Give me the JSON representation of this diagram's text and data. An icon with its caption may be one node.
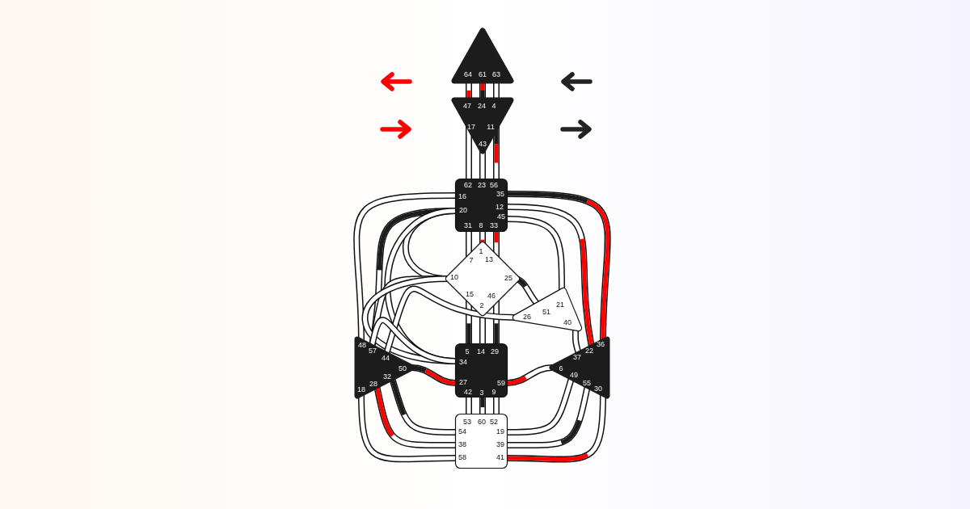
{
  "diagram": {
    "nodes": [
      {
        "text": [
          "64",
          "61",
          "63"
        ]
      },
      {
        "text": [
          "47",
          "24",
          "4",
          "17",
          "11",
          "43"
        ]
      },
      {
        "text": [
          "62",
          "23",
          "56",
          "16",
          "35",
          "20",
          "12",
          "45",
          "31",
          "8",
          "33"
        ]
      },
      {
        "text": [
          "1",
          "7",
          "13",
          "10",
          "25",
          "15",
          "46",
          "2"
        ]
      },
      {
        "text": [
          "21",
          "51",
          "26",
          "40"
        ]
      },
      {
        "text": [
          "48",
          "57",
          "44",
          "50",
          "32",
          "28",
          "18"
        ]
      },
      {
        "text": [
          "5",
          "14",
          "29",
          "34",
          "27",
          "59",
          "42",
          "3",
          "9"
        ]
      },
      {
        "text": [
          "36",
          "22",
          "37",
          "6",
          "49",
          "55",
          "30"
        ]
      },
      {
        "text": [
          "53",
          "60",
          "52",
          "54",
          "19",
          "38",
          "39",
          "58",
          "41"
        ]
      }
    ],
    "edges": [
      {
        "from": 0,
        "to": 1,
        "arrow": "none"
      },
      {
        "from": 0,
        "to": 1,
        "arrow": "none"
      },
      {
        "from": 0,
        "to": 1,
        "arrow": "none"
      },
      {
        "from": 1,
        "to": 2,
        "arrow": "none"
      },
      {
        "from": 1,
        "to": 2,
        "arrow": "none"
      },
      {
        "from": 1,
        "to": 2,
        "arrow": "none"
      },
      {
        "from": 2,
        "to": 5,
        "arrow": "none"
      },
      {
        "from": 2,
        "to": 5,
        "arrow": "none"
      },
      {
        "from": 2,
        "to": 3,
        "arrow": "none"
      },
      {
        "from": 2,
        "to": 6,
        "arrow": "none"
      },
      {
        "from": 2,
        "to": 3,
        "arrow": "none"
      },
      {
        "from": 2,
        "to": 3,
        "arrow": "none"
      },
      {
        "from": 2,
        "to": 3,
        "arrow": "none"
      },
      {
        "from": 2,
        "to": 7,
        "arrow": "none"
      },
      {
        "from": 2,
        "to": 7,
        "arrow": "none"
      },
      {
        "from": 2,
        "to": 4,
        "arrow": "none"
      },
      {
        "from": 3,
        "to": 5,
        "arrow": "none"
      },
      {
        "from": 3,
        "to": 6,
        "arrow": "none"
      },
      {
        "from": 3,
        "to": 4,
        "arrow": "none"
      },
      {
        "from": 3,
        "to": 6,
        "arrow": "none"
      },
      {
        "from": 3,
        "to": 6,
        "arrow": "none"
      },
      {
        "from": 3,
        "to": 6,
        "arrow": "none"
      },
      {
        "from": 4,
        "to": 5,
        "arrow": "none"
      },
      {
        "from": 4,
        "to": 7,
        "arrow": "none"
      },
      {
        "from": 5,
        "to": 6,
        "arrow": "none"
      },
      {
        "from": 5,
        "to": 6,
        "arrow": "none"
      },
      {
        "from": 6,
        "to": 7,
        "arrow": "none"
      },
      {
        "from": 6,
        "to": 8,
        "arrow": "none"
      },
      {
        "from": 6,
        "to": 8,
        "arrow": "none"
      },
      {
        "from": 6,
        "to": 8,
        "arrow": "none"
      },
      {
        "from": 5,
        "to": 8,
        "arrow": "none"
      },
      {
        "from": 5,
        "to": 8,
        "arrow": "none"
      },
      {
        "from": 5,
        "to": 8,
        "arrow": "none"
      },
      {
        "from": 7,
        "to": 8,
        "arrow": "none"
      },
      {
        "from": 7,
        "to": 8,
        "arrow": "none"
      },
      {
        "from": 7,
        "to": 8,
        "arrow": "none"
      }
    ]
  }
}
